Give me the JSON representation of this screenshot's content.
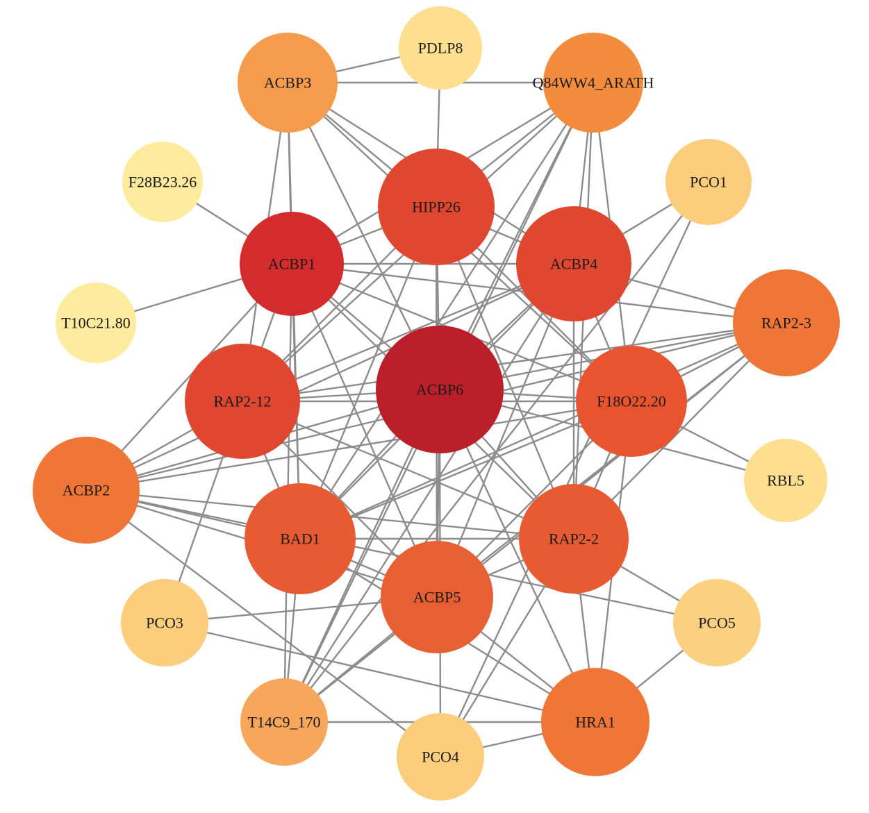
{
  "nodes": [
    {
      "id": "ACBP6",
      "label": "ACBP6",
      "color": "#bb1f2a"
    },
    {
      "id": "ACBP1",
      "label": "ACBP1",
      "color": "#d42c2c"
    },
    {
      "id": "HIPP26",
      "label": "HIPP26",
      "color": "#e04730"
    },
    {
      "id": "ACBP4",
      "label": "ACBP4",
      "color": "#e04730"
    },
    {
      "id": "RAP2-12",
      "label": "RAP2-12",
      "color": "#e04730"
    },
    {
      "id": "F18O22.20",
      "label": "F18O22.20",
      "color": "#e8542f"
    },
    {
      "id": "BAD1",
      "label": "BAD1",
      "color": "#e85a31"
    },
    {
      "id": "RAP2-2",
      "label": "RAP2-2",
      "color": "#e85a31"
    },
    {
      "id": "ACBP5",
      "label": "ACBP5",
      "color": "#e85f33"
    },
    {
      "id": "RAP2-3",
      "label": "RAP2-3",
      "color": "#ef7637"
    },
    {
      "id": "ACBP2",
      "label": "ACBP2",
      "color": "#ef7637"
    },
    {
      "id": "HRA1",
      "label": "HRA1",
      "color": "#ef7637"
    },
    {
      "id": "Q84WW4_ARATH",
      "label": "Q84WW4_ARATH",
      "color": "#f38c3d"
    },
    {
      "id": "ACBP3",
      "label": "ACBP3",
      "color": "#f59c4c"
    },
    {
      "id": "T14C9_170",
      "label": "T14C9_170",
      "color": "#f7a75c"
    },
    {
      "id": "PCO1",
      "label": "PCO1",
      "color": "#fbcd7d"
    },
    {
      "id": "PCO3",
      "label": "PCO3",
      "color": "#fbcd7d"
    },
    {
      "id": "PCO4",
      "label": "PCO4",
      "color": "#fbcd7d"
    },
    {
      "id": "PCO5",
      "label": "PCO5",
      "color": "#fbd080"
    },
    {
      "id": "PDLP8",
      "label": "PDLP8",
      "color": "#fddf8f"
    },
    {
      "id": "RBL5",
      "label": "RBL5",
      "color": "#fddf8f"
    },
    {
      "id": "F28B23.26",
      "label": "F28B23.26",
      "color": "#feeb9d"
    },
    {
      "id": "T10C21.80",
      "label": "T10C21.80",
      "color": "#feeb9d"
    }
  ],
  "edges": [
    [
      "ACBP6",
      "HIPP26"
    ],
    [
      "ACBP6",
      "ACBP1"
    ],
    [
      "ACBP6",
      "ACBP4"
    ],
    [
      "ACBP6",
      "RAP2-12"
    ],
    [
      "ACBP6",
      "F18O22.20"
    ],
    [
      "ACBP6",
      "BAD1"
    ],
    [
      "ACBP6",
      "RAP2-2"
    ],
    [
      "ACBP6",
      "ACBP5"
    ],
    [
      "ACBP6",
      "RAP2-3"
    ],
    [
      "ACBP6",
      "ACBP2"
    ],
    [
      "ACBP6",
      "HRA1"
    ],
    [
      "ACBP6",
      "Q84WW4_ARATH"
    ],
    [
      "ACBP6",
      "ACBP3"
    ],
    [
      "ACBP6",
      "T14C9_170"
    ],
    [
      "ACBP6",
      "PCO4"
    ],
    [
      "ACBP6",
      "RBL5"
    ],
    [
      "ACBP1",
      "HIPP26"
    ],
    [
      "ACBP1",
      "ACBP4"
    ],
    [
      "ACBP1",
      "RAP2-12"
    ],
    [
      "ACBP1",
      "F18O22.20"
    ],
    [
      "ACBP1",
      "BAD1"
    ],
    [
      "ACBP1",
      "RAP2-2"
    ],
    [
      "ACBP1",
      "ACBP5"
    ],
    [
      "ACBP1",
      "ACBP3"
    ],
    [
      "ACBP1",
      "Q84WW4_ARATH"
    ],
    [
      "ACBP1",
      "T14C9_170"
    ],
    [
      "ACBP1",
      "F28B23.26"
    ],
    [
      "ACBP1",
      "T10C21.80"
    ],
    [
      "ACBP1",
      "RAP2-3"
    ],
    [
      "ACBP1",
      "ACBP2"
    ],
    [
      "HIPP26",
      "ACBP4"
    ],
    [
      "HIPP26",
      "RAP2-12"
    ],
    [
      "HIPP26",
      "F18O22.20"
    ],
    [
      "HIPP26",
      "BAD1"
    ],
    [
      "HIPP26",
      "ACBP5"
    ],
    [
      "HIPP26",
      "ACBP3"
    ],
    [
      "HIPP26",
      "Q84WW4_ARATH"
    ],
    [
      "HIPP26",
      "PDLP8"
    ],
    [
      "HIPP26",
      "RAP2-2"
    ],
    [
      "ACBP4",
      "RAP2-12"
    ],
    [
      "ACBP4",
      "F18O22.20"
    ],
    [
      "ACBP4",
      "BAD1"
    ],
    [
      "ACBP4",
      "RAP2-2"
    ],
    [
      "ACBP4",
      "ACBP5"
    ],
    [
      "ACBP4",
      "RAP2-3"
    ],
    [
      "ACBP4",
      "ACBP3"
    ],
    [
      "ACBP4",
      "Q84WW4_ARATH"
    ],
    [
      "ACBP4",
      "PCO1"
    ],
    [
      "ACBP4",
      "T14C9_170"
    ],
    [
      "ACBP4",
      "ACBP2"
    ],
    [
      "RAP2-12",
      "F18O22.20"
    ],
    [
      "RAP2-12",
      "BAD1"
    ],
    [
      "RAP2-12",
      "RAP2-2"
    ],
    [
      "RAP2-12",
      "ACBP5"
    ],
    [
      "RAP2-12",
      "ACBP2"
    ],
    [
      "RAP2-12",
      "RAP2-3"
    ],
    [
      "RAP2-12",
      "PCO3"
    ],
    [
      "RAP2-12",
      "Q84WW4_ARATH"
    ],
    [
      "RAP2-12",
      "ACBP3"
    ],
    [
      "F18O22.20",
      "BAD1"
    ],
    [
      "F18O22.20",
      "RAP2-2"
    ],
    [
      "F18O22.20",
      "RAP2-3"
    ],
    [
      "F18O22.20",
      "ACBP2"
    ],
    [
      "F18O22.20",
      "RBL5"
    ],
    [
      "F18O22.20",
      "HRA1"
    ],
    [
      "F18O22.20",
      "ACBP3"
    ],
    [
      "F18O22.20",
      "Q84WW4_ARATH"
    ],
    [
      "F18O22.20",
      "ACBP5"
    ],
    [
      "BAD1",
      "RAP2-2"
    ],
    [
      "BAD1",
      "ACBP5"
    ],
    [
      "BAD1",
      "RAP2-3"
    ],
    [
      "BAD1",
      "ACBP2"
    ],
    [
      "BAD1",
      "ACBP3"
    ],
    [
      "BAD1",
      "T14C9_170"
    ],
    [
      "BAD1",
      "HRA1"
    ],
    [
      "BAD1",
      "Q84WW4_ARATH"
    ],
    [
      "RAP2-2",
      "ACBP5"
    ],
    [
      "RAP2-2",
      "RAP2-3"
    ],
    [
      "RAP2-2",
      "ACBP2"
    ],
    [
      "RAP2-2",
      "HRA1"
    ],
    [
      "RAP2-2",
      "PCO5"
    ],
    [
      "RAP2-2",
      "Q84WW4_ARATH"
    ],
    [
      "RAP2-2",
      "PCO4"
    ],
    [
      "ACBP5",
      "ACBP2"
    ],
    [
      "ACBP5",
      "PCO3"
    ],
    [
      "ACBP5",
      "T14C9_170"
    ],
    [
      "ACBP5",
      "HRA1"
    ],
    [
      "ACBP5",
      "RAP2-3"
    ],
    [
      "ACBP3",
      "PDLP8"
    ],
    [
      "ACBP3",
      "Q84WW4_ARATH"
    ],
    [
      "Q84WW4_ARATH",
      "T14C9_170"
    ],
    [
      "RAP2-3",
      "T14C9_170"
    ],
    [
      "RAP2-3",
      "ACBP2"
    ],
    [
      "PCO1",
      "T14C9_170"
    ],
    [
      "PCO1",
      "PCO4"
    ],
    [
      "ACBP2",
      "PCO5"
    ],
    [
      "ACBP2",
      "PCO4"
    ],
    [
      "PCO3",
      "HRA1"
    ],
    [
      "HRA1",
      "PCO4"
    ],
    [
      "HRA1",
      "PCO5"
    ],
    [
      "HRA1",
      "T14C9_170"
    ]
  ]
}
